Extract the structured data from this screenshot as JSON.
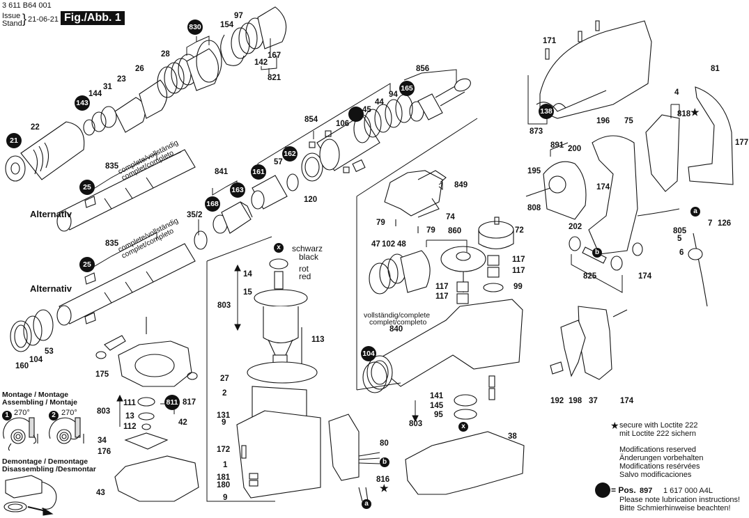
{
  "header": {
    "doc_number": "3 611 B64 001",
    "issue_label": "Issue",
    "stand_label": "Stand",
    "issue_date": "21-06-21",
    "figure_label": "Fig./Abb. 1"
  },
  "variant_labels": {
    "alternativ_1": "Alternativ",
    "alternativ_2": "Alternativ",
    "complete_1a": "complete/vollständig",
    "complete_1b": "complet/completo",
    "complete_2a": "complete/vollständig",
    "complete_2b": "complet/completo",
    "complete_3a": "vollständig/complete",
    "complete_3b": "complet/completo"
  },
  "color_labels": {
    "schwarz": "schwarz",
    "black": "black",
    "rot": "rot",
    "red": "red"
  },
  "callouts": {
    "c830": "830",
    "c97": "97",
    "c154": "154",
    "c28": "28",
    "c167": "167",
    "c142": "142",
    "c821": "821",
    "c26": "26",
    "c23": "23",
    "c31": "31",
    "c144": "144",
    "c143": "143",
    "c22": "22",
    "c21": "21",
    "c835a": "835",
    "c25a": "25",
    "c835b": "835",
    "c25b": "25",
    "c35_2": "35/2",
    "c160": "160",
    "c104a": "104",
    "c53": "53",
    "c856": "856",
    "c165": "165",
    "c94": "94",
    "c44": "44",
    "c45": "45",
    "c106": "106",
    "c854": "854",
    "c162": "162",
    "c57": "57",
    "c161": "161",
    "c120": "120",
    "c841": "841",
    "c163": "163",
    "c168": "168",
    "c849": "849",
    "c74": "74",
    "c79a": "79",
    "c79b": "79",
    "c860": "860",
    "c72": "72",
    "c47": "47",
    "c102": "102",
    "c48": "48",
    "c117a": "117",
    "c117b": "117",
    "c117c": "117",
    "c117d": "117",
    "c99": "99",
    "c840": "840",
    "c104b": "104",
    "c141": "141",
    "c145": "145",
    "c95": "95",
    "c803c": "803",
    "c38": "38",
    "c14": "14",
    "c15": "15",
    "c803a": "803",
    "c113": "113",
    "c27": "27",
    "c2": "2",
    "c131": "131",
    "c9a": "9",
    "c172": "172",
    "c1": "1",
    "c181": "181",
    "c180": "180",
    "c9b": "9",
    "c80": "80",
    "c816": "816",
    "c175": "175",
    "c111": "111",
    "c13": "13",
    "c112": "112",
    "c803b": "803",
    "c811": "811",
    "c817": "817",
    "c42": "42",
    "c34": "34",
    "c176": "176",
    "c43": "43",
    "c171": "171",
    "c138": "138",
    "c873": "873",
    "c81": "81",
    "c4": "4",
    "c818": "818",
    "c177": "177",
    "c196": "196",
    "c75": "75",
    "c891": "891",
    "c200": "200",
    "c195": "195",
    "c174a": "174",
    "c808": "808",
    "c202": "202",
    "c825": "825",
    "c174b": "174",
    "c805": "805",
    "c5": "5",
    "c6": "6",
    "c7": "7",
    "c126": "126",
    "c192": "192",
    "c198": "198",
    "c37": "37",
    "c174c": "174"
  },
  "markers": {
    "x1": "x",
    "x2": "x",
    "a1": "a",
    "a2": "a",
    "b1": "b",
    "b2": "b"
  },
  "assembly_notes": {
    "montage_title_1": "Montage / Montage",
    "montage_title_2": "Assembling / Montaje",
    "step1_num": "1",
    "step1_angle": "270°",
    "step2_num": "2",
    "step2_angle": "270°",
    "demontage_title_1": "Demontage / Demontage",
    "demontage_title_2": "Disassembling /Desmontar"
  },
  "legend": {
    "loctite_1": "secure with Loctite 222",
    "loctite_2": "mit Loctite 222 sichern",
    "mod_en": "Modifications reserved",
    "mod_de": "Änderungen vorbehalten",
    "mod_fr": "Modifications resérvées",
    "mod_es": "Salvo modificaciones",
    "pos_prefix": "= Pos.",
    "pos_number": "897",
    "pos_part": "1 617 000 A4L",
    "lube_en": "Please note lubrication instructions!",
    "lube_de": "Bitte Schmierhinweise beachten!"
  }
}
